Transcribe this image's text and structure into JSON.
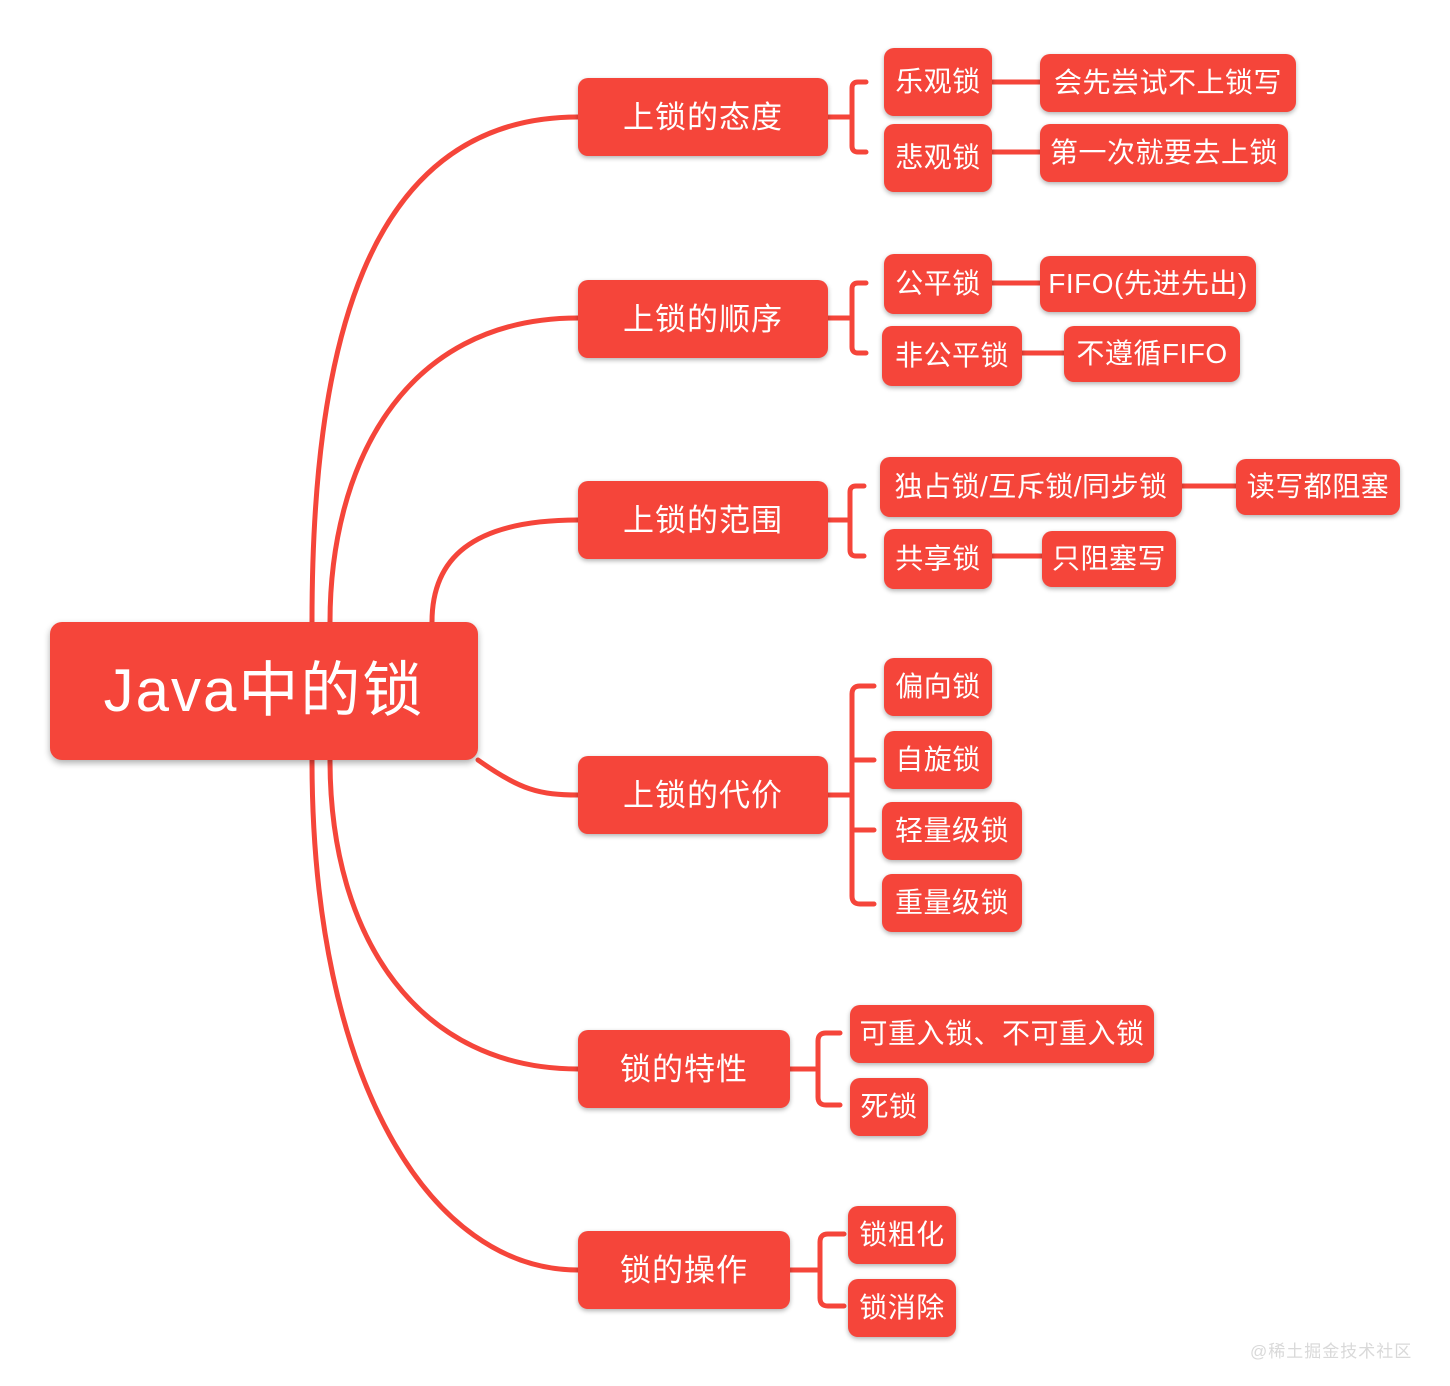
{
  "diagram": {
    "type": "mindmap",
    "orientation": "left-to-right",
    "theme": {
      "node_fill": "#f5453a",
      "node_text": "#ffffff",
      "link_stroke": "#f5453a",
      "background": "#ffffff",
      "watermark_color": "#d9d9d9"
    },
    "root": {
      "label": "Java中的锁"
    },
    "branches": [
      {
        "label": "上锁的态度",
        "children": [
          {
            "label": "乐观锁",
            "children": [
              {
                "label": "会先尝试不上锁写"
              }
            ]
          },
          {
            "label": "悲观锁",
            "children": [
              {
                "label": "第一次就要去上锁"
              }
            ]
          }
        ]
      },
      {
        "label": "上锁的顺序",
        "children": [
          {
            "label": "公平锁",
            "children": [
              {
                "label": "FIFO(先进先出)"
              }
            ]
          },
          {
            "label": "非公平锁",
            "children": [
              {
                "label": "不遵循FIFO"
              }
            ]
          }
        ]
      },
      {
        "label": "上锁的范围",
        "children": [
          {
            "label": "独占锁/互斥锁/同步锁",
            "children": [
              {
                "label": "读写都阻塞"
              }
            ]
          },
          {
            "label": "共享锁",
            "children": [
              {
                "label": "只阻塞写"
              }
            ]
          }
        ]
      },
      {
        "label": "上锁的代价",
        "children": [
          {
            "label": "偏向锁",
            "children": []
          },
          {
            "label": "自旋锁",
            "children": []
          },
          {
            "label": "轻量级锁",
            "children": []
          },
          {
            "label": "重量级锁",
            "children": []
          }
        ]
      },
      {
        "label": "锁的特性",
        "children": [
          {
            "label": "可重入锁、不可重入锁",
            "children": []
          },
          {
            "label": "死锁",
            "children": []
          }
        ]
      },
      {
        "label": "锁的操作",
        "children": [
          {
            "label": "锁粗化",
            "children": []
          },
          {
            "label": "锁消除",
            "children": []
          }
        ]
      }
    ]
  },
  "watermark": {
    "text": "@稀土掘金技术社区"
  }
}
